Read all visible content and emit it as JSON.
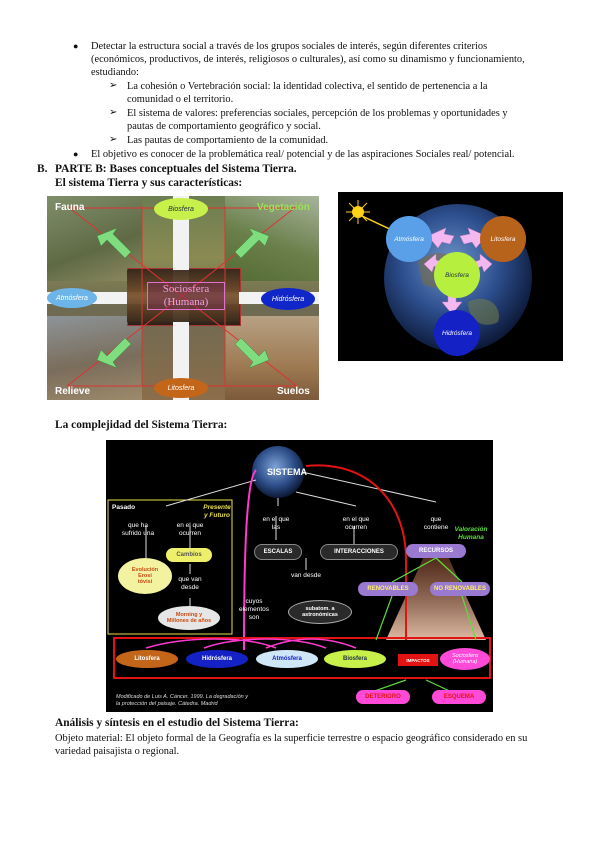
{
  "intro": {
    "b1_l1": "Detectar la estructura social a través de los grupos sociales de interés, según diferentes criterios",
    "b1_l2": "(económicos, productivos, de interés, religiosos o culturales), así como su dinamismo y funcionamiento,",
    "b1_l3": "estudiando:",
    "s1_l1": "La cohesión o Vertebración social: la identidad colectiva, el sentido de pertenencia a la",
    "s1_l2": "comunidad o el territorio.",
    "s2_l1": "El sistema de valores: preferencias sociales, percepción de los problemas y oportunidades y",
    "s2_l2": "pautas de comportamiento geográfico y social.",
    "s3_l1": "Las pautas de comportamiento de la comunidad.",
    "b2": "El objetivo es conocer de la problemática real/ potencial y de las aspiraciones Sociales real/ potencial."
  },
  "section_b": {
    "marker": "B.",
    "title": "PARTE B: Bases conceptuales del Sistema Tierra.",
    "subtitle": "El sistema Tierra y sus características:"
  },
  "figure1": {
    "fauna": "Fauna",
    "biosfera": "Biosfera",
    "vegetacion": "Vegetación",
    "atmosfera": "Atmósfera",
    "sociosfera_l1": "Sociosfera",
    "sociosfera_l2": "(Humana)",
    "hidrosfera": "Hidrósfera",
    "relieve": "Relieve",
    "litosfera": "Litosfera",
    "suelos": "Suelos"
  },
  "figure2": {
    "atmosfera": "Atmósfera",
    "litosfera": "Litosfera",
    "biosfera": "Biosfera",
    "hidrosfera": "Hidrósfera"
  },
  "complejidad_title": "La complejidad del Sistema Tierra:",
  "figure3": {
    "sistema": "SISTEMA",
    "pasado": "Pasado",
    "presente_l1": "Presente",
    "presente_l2": "y Futuro",
    "queha_l1": "que ha",
    "queha_l2": "sufrido una",
    "enelque1_l1": "en el que",
    "enelque1_l2": "ocurren",
    "evolucion_l1": "Evolución",
    "evolucion_l2": "Erosi",
    "evolucion_l3": "tóvisi",
    "cambios": "Cambios",
    "quevan_l1": "que van",
    "quevan_l2": "desde",
    "millones_l1": "Morning y",
    "millones_l2": "Millones de años",
    "cuyos_l1": "cuyos",
    "cuyos_l2": "elementos",
    "cuyos_l3": "son",
    "enelque2_l1": "en el que",
    "enelque2_l2": "las",
    "enelque3_l1": "en el que",
    "enelque3_l2": "ocurren",
    "que_l1": "que",
    "que_l2": "contiene",
    "valoracion_l1": "Valoración",
    "valoracion_l2": "Humana",
    "escalas": "ESCALAS",
    "interacciones": "INTERACCIONES",
    "recursos": "RECURSOS",
    "vandesde": "van desde",
    "renovables": "RENOVABLES",
    "norenovables": "NO RENOVABLES",
    "subatom_l1": "subatom. a",
    "subatom_l2": "astronómicas",
    "litosfera": "Litosfera",
    "hidrosfera": "Hidrósfera",
    "atmosfera": "Atmósfera",
    "biosfera": "Biosfera",
    "impactos": "IMPACTOS",
    "sociosfera_l1": "Sociosfera",
    "sociosfera_l2": "(Humana)",
    "deterioro": "DETERIORO",
    "esquema": "ESQUEMA",
    "credit_l1": "Modificado de Luis A. Cáncer. 1999.  La degradación y",
    "credit_l2": "la protección del paisaje. Cátedra. Madrid"
  },
  "analisis": {
    "title": "Análisis y síntesis en el estudio del Sistema Tierra:",
    "p_l1": "Objeto material: El objeto formal de la Geografía es la superficie terrestre o espacio geográfico considerado en su",
    "p_l2": "variedad paisajista o regional."
  }
}
